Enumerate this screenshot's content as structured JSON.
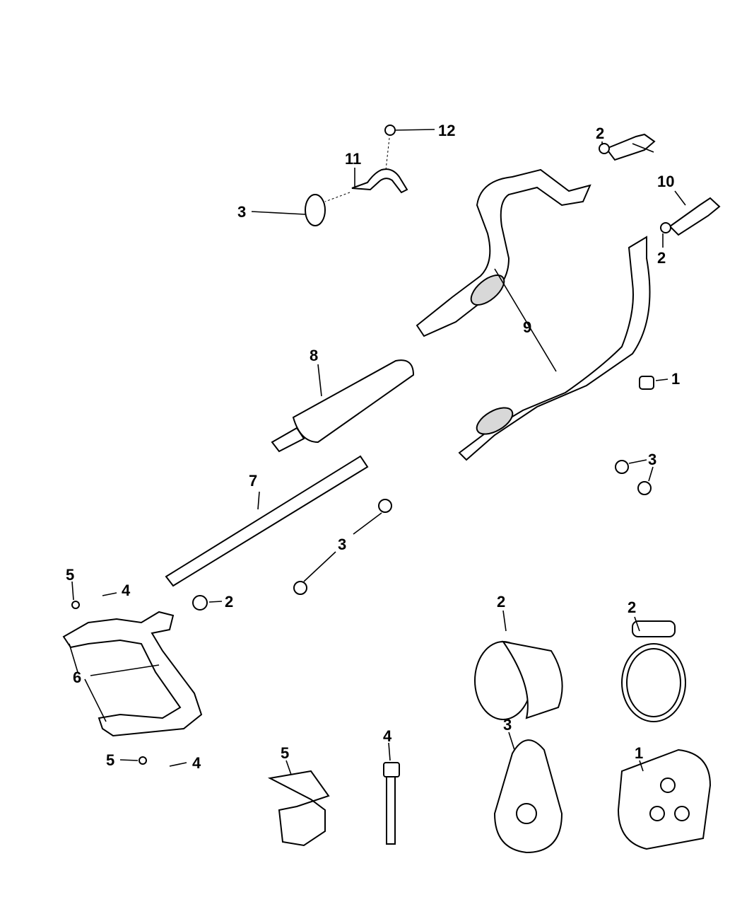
{
  "diagram": {
    "title": "Exhaust System",
    "callouts": [
      {
        "id": "c12",
        "text": "12",
        "part": "bolt"
      },
      {
        "id": "c11",
        "text": "11",
        "part": "hanger-bracket"
      },
      {
        "id": "c3a",
        "text": "3",
        "part": "isolator"
      },
      {
        "id": "c2a",
        "text": "2",
        "part": "clamp"
      },
      {
        "id": "c10",
        "text": "10",
        "part": "exhaust-tip"
      },
      {
        "id": "c2b",
        "text": "2",
        "part": "clamp"
      },
      {
        "id": "c9",
        "text": "9",
        "part": "rear-exhaust-pipe"
      },
      {
        "id": "c8",
        "text": "8",
        "part": "muffler"
      },
      {
        "id": "c1a",
        "text": "1",
        "part": "isolator-square"
      },
      {
        "id": "c3b",
        "text": "3",
        "part": "isolator"
      },
      {
        "id": "c7",
        "text": "7",
        "part": "intermediate-pipe"
      },
      {
        "id": "c3c",
        "text": "3",
        "part": "isolator"
      },
      {
        "id": "c5a",
        "text": "5",
        "part": "nut"
      },
      {
        "id": "c4a",
        "text": "4",
        "part": "stud"
      },
      {
        "id": "c2c",
        "text": "2",
        "part": "clamp"
      },
      {
        "id": "c6",
        "text": "6",
        "part": "catalytic-converter"
      },
      {
        "id": "c5b",
        "text": "5",
        "part": "nut"
      },
      {
        "id": "c4b",
        "text": "4",
        "part": "stud"
      },
      {
        "id": "c2d",
        "text": "2",
        "part": "band-clamp-detail"
      },
      {
        "id": "c2e",
        "text": "2",
        "part": "hose-clamp-detail"
      },
      {
        "id": "c5c",
        "text": "5",
        "part": "nut-detail"
      },
      {
        "id": "c4c",
        "text": "4",
        "part": "bolt-detail"
      },
      {
        "id": "c3d",
        "text": "3",
        "part": "isolator-detail"
      },
      {
        "id": "c1b",
        "text": "1",
        "part": "isolator-square-detail"
      }
    ]
  }
}
